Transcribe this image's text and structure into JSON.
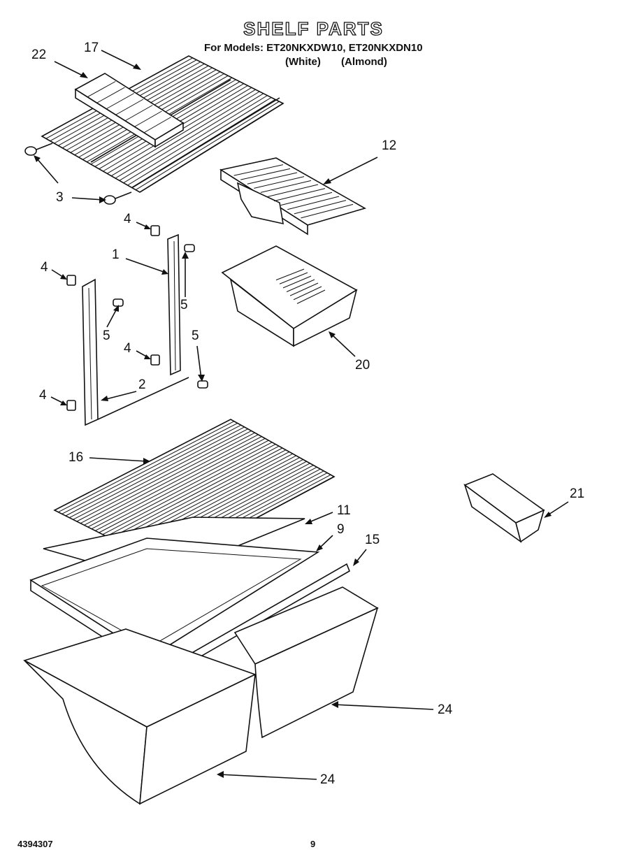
{
  "header": {
    "title": "SHELF PARTS",
    "models": "For Models: ET20NKXDW10, ET20NKXDN10",
    "finish_white": "(White)",
    "finish_almond": "(Almond)"
  },
  "footer": {
    "doc_number": "4394307",
    "page_number": "9"
  },
  "callouts": [
    {
      "id": "c22",
      "text": "22"
    },
    {
      "id": "c17",
      "text": "17"
    },
    {
      "id": "c3",
      "text": "3"
    },
    {
      "id": "c12",
      "text": "12"
    },
    {
      "id": "c4a",
      "text": "4"
    },
    {
      "id": "c1",
      "text": "1"
    },
    {
      "id": "c4b",
      "text": "4"
    },
    {
      "id": "c5a",
      "text": "5"
    },
    {
      "id": "c5b",
      "text": "5"
    },
    {
      "id": "c4c",
      "text": "4"
    },
    {
      "id": "c5c",
      "text": "5"
    },
    {
      "id": "c2",
      "text": "2"
    },
    {
      "id": "c4d",
      "text": "4"
    },
    {
      "id": "c20",
      "text": "20"
    },
    {
      "id": "c16",
      "text": "16"
    },
    {
      "id": "c11",
      "text": "11"
    },
    {
      "id": "c9",
      "text": "9"
    },
    {
      "id": "c15",
      "text": "15"
    },
    {
      "id": "c21",
      "text": "21"
    },
    {
      "id": "c24a",
      "text": "24"
    },
    {
      "id": "c24b",
      "text": "24"
    }
  ]
}
